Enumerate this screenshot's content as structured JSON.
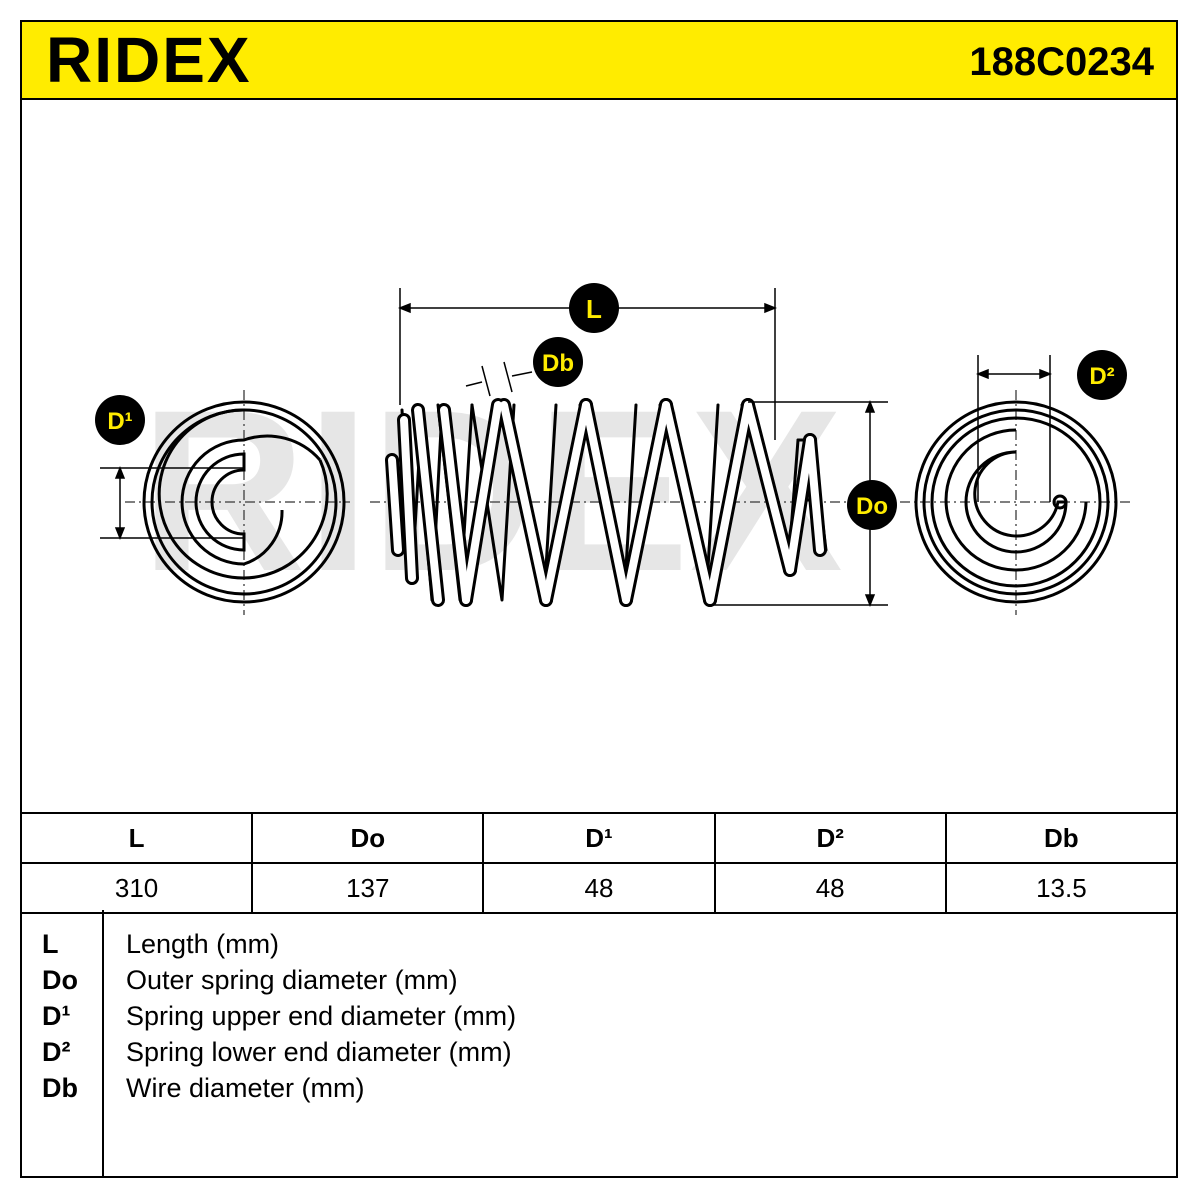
{
  "header": {
    "brand": "RIDEX",
    "part_number": "188C0234"
  },
  "diagram_labels": {
    "L": "L",
    "Db": "Db",
    "D1": "D¹",
    "D2": "D²",
    "Do": "Do"
  },
  "dimensions_table": {
    "headers": [
      "L",
      "Do",
      "D¹",
      "D²",
      "Db"
    ],
    "values": [
      "310",
      "137",
      "48",
      "48",
      "13.5"
    ]
  },
  "legend": [
    {
      "code": "L",
      "text": "Length (mm)"
    },
    {
      "code": "Do",
      "text": "Outer spring diameter (mm)"
    },
    {
      "code": "D¹",
      "text": "Spring upper end diameter (mm)"
    },
    {
      "code": "D²",
      "text": "Spring lower end diameter (mm)"
    },
    {
      "code": "Db",
      "text": "Wire diameter (mm)"
    }
  ],
  "colors": {
    "header_background": "#ffec00",
    "badge_fill": "#000000",
    "badge_text": "#ffec00",
    "watermark": "#dcdcdc"
  }
}
